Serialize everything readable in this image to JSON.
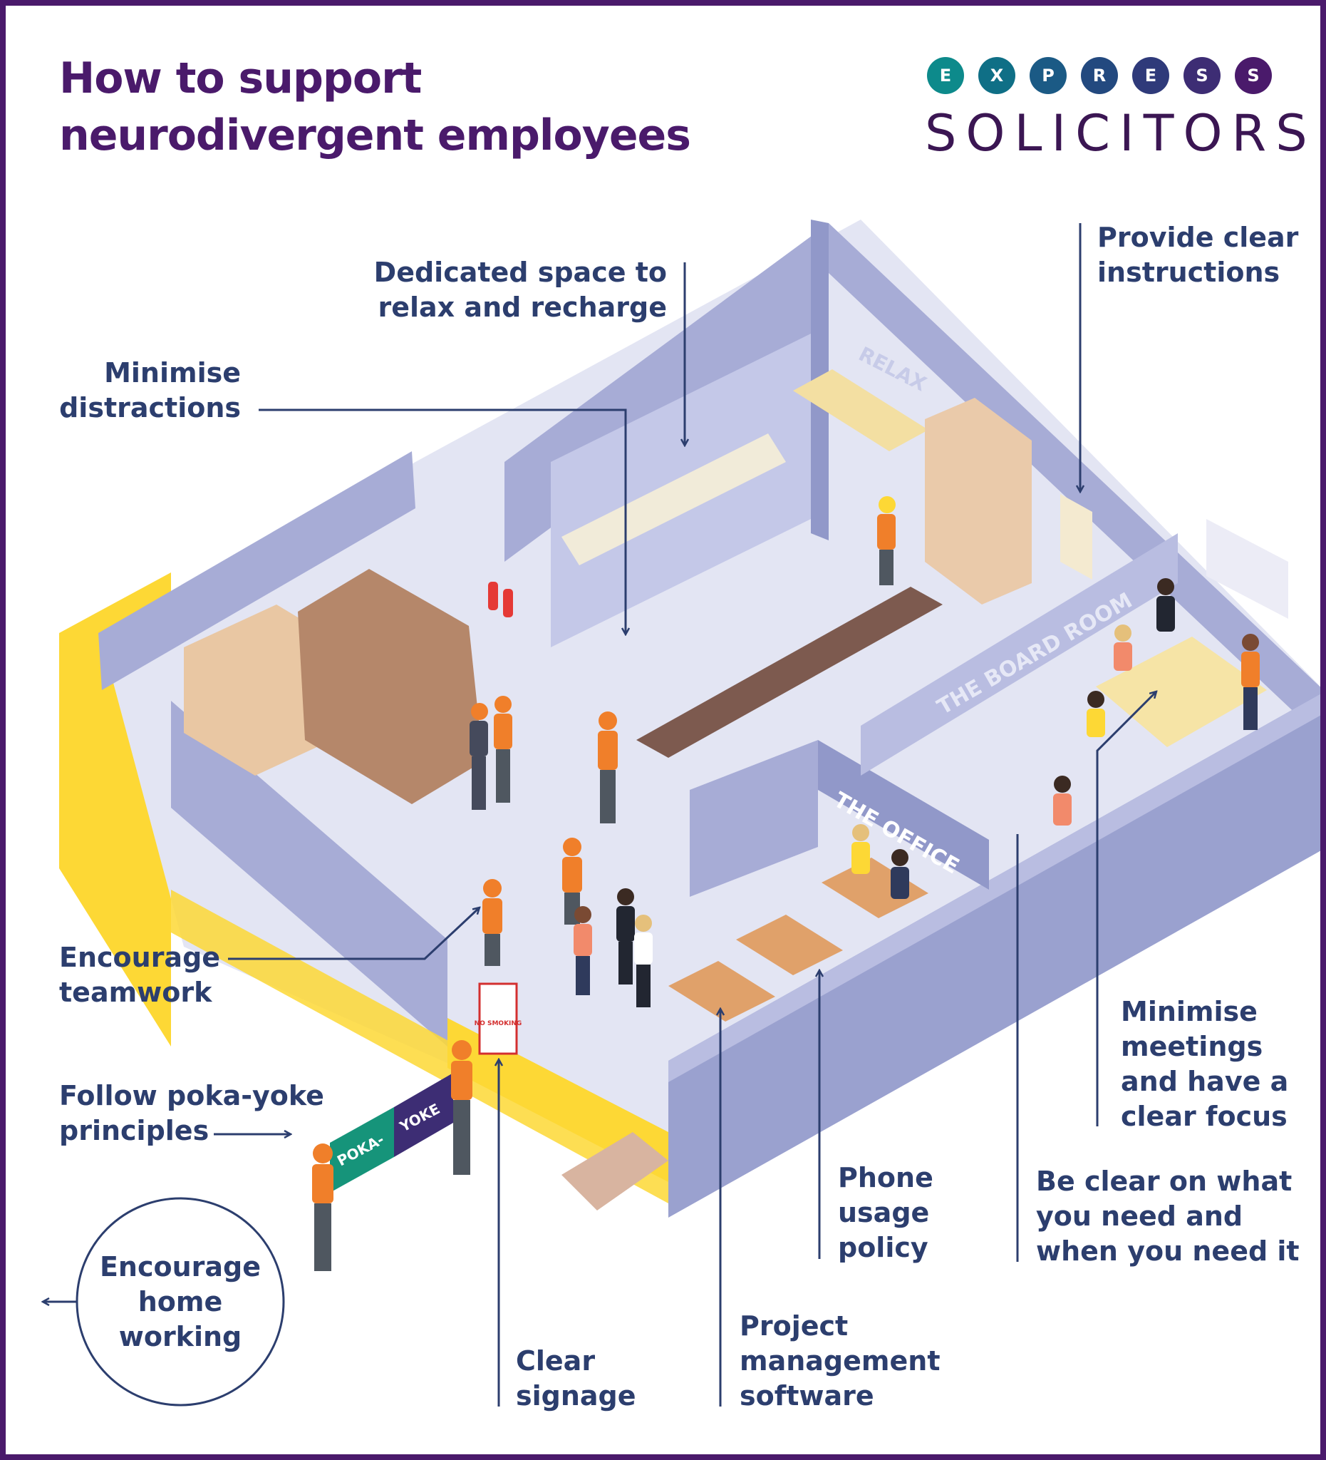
{
  "header": {
    "title_line1": "How to support",
    "title_line2": "neurodivergent employees"
  },
  "logo": {
    "letters": [
      "E",
      "X",
      "P",
      "R",
      "E",
      "S",
      "S"
    ],
    "dot_colors": [
      "#0d8a8b",
      "#0f6f86",
      "#1b5a85",
      "#23497f",
      "#2f3a7a",
      "#3d2d74",
      "#4a1a6b"
    ],
    "wordmark": "SOLICITORS"
  },
  "scene": {
    "sign_relax": "RELAX",
    "sign_board_room": "THE BOARD ROOM",
    "sign_office": "THE OFFICE",
    "banner_left": "POKA-",
    "banner_right": "YOKE",
    "no_smoking_sign": "NO SMOKING"
  },
  "labels": {
    "relax": [
      "Dedicated space to",
      "relax and recharge"
    ],
    "distractions": [
      "Minimise",
      "distractions"
    ],
    "instructions": [
      "Provide clear",
      "instructions"
    ],
    "teamwork": [
      "Encourage",
      "teamwork"
    ],
    "poka_yoke": [
      "Follow poka-yoke",
      "principles"
    ],
    "home_working": [
      "Encourage",
      "home",
      "working"
    ],
    "signage": [
      "Clear",
      "signage"
    ],
    "project_mgmt": [
      "Project",
      "management",
      "software"
    ],
    "phone": [
      "Phone",
      "usage",
      "policy"
    ],
    "meetings": [
      "Minimise",
      "meetings",
      "and have a",
      "clear focus"
    ],
    "be_clear": [
      "Be clear on what",
      "you need and",
      "when you need it"
    ]
  },
  "colors": {
    "brand_purple": "#4a1a6b",
    "label_navy": "#2c3e6e",
    "wall": "#a7acd6",
    "floor": "#e3e5f3",
    "yellow_accent": "#fdd835",
    "safety_orange": "#f07f2a"
  }
}
